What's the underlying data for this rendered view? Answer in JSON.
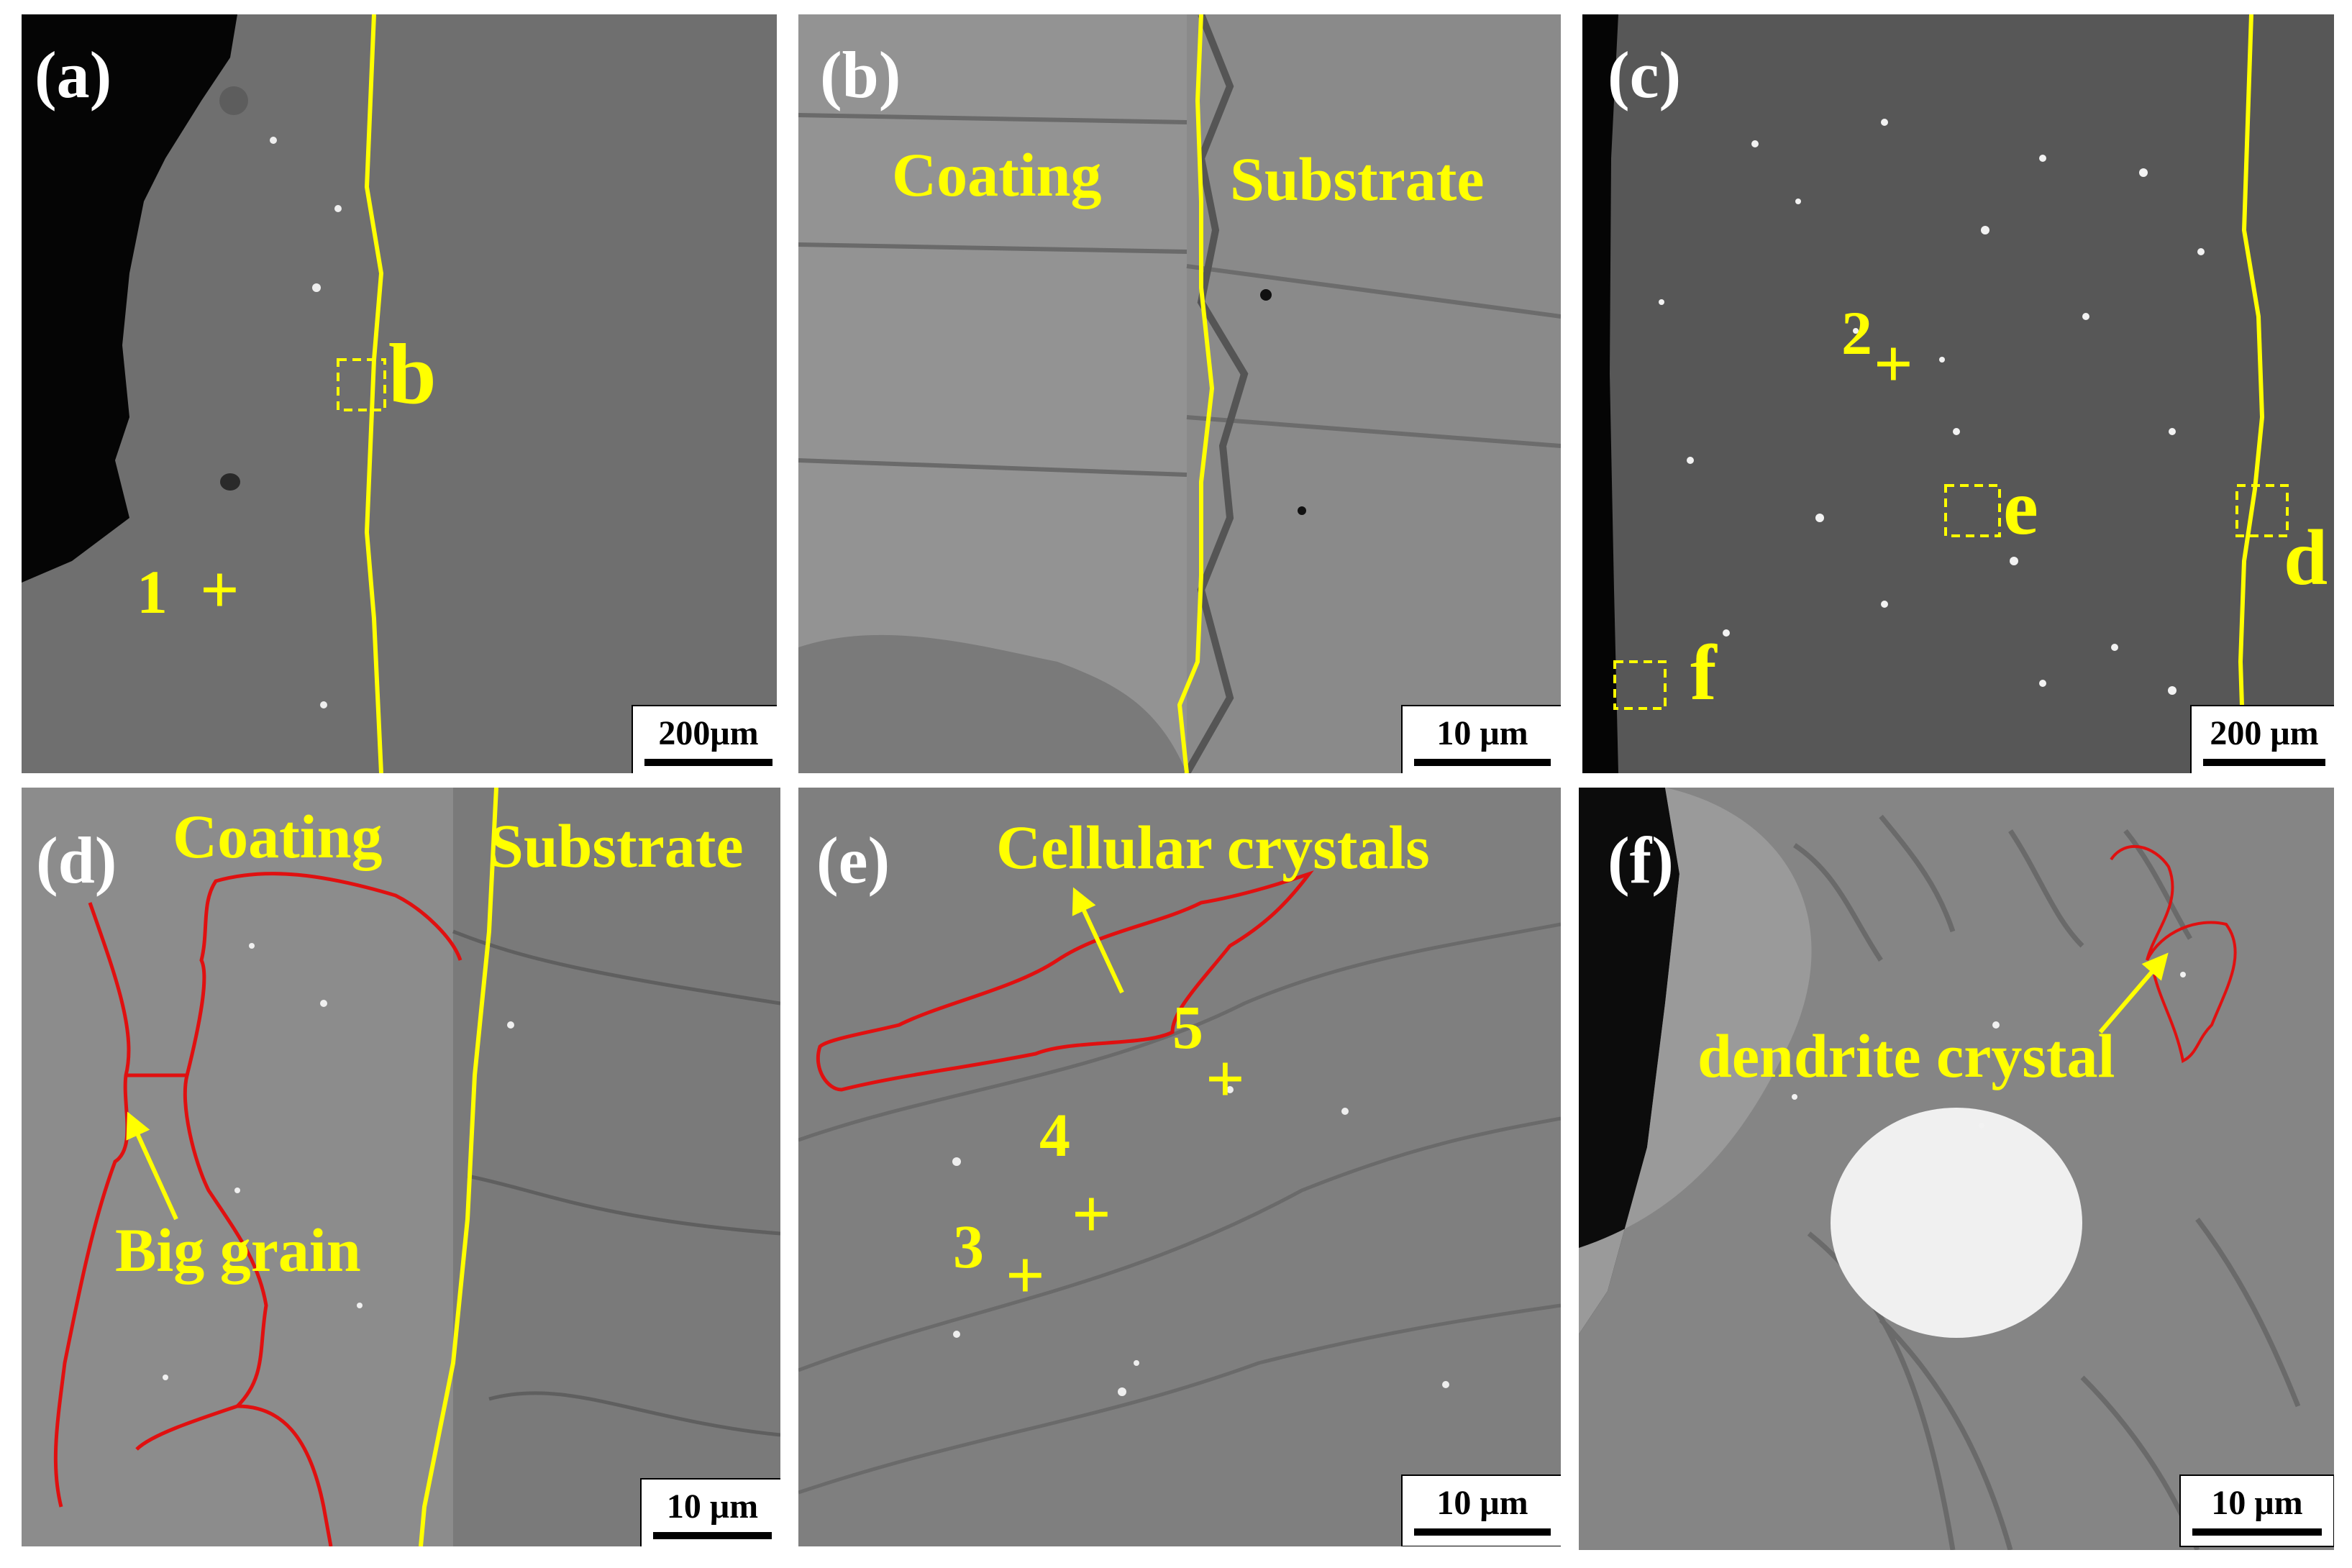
{
  "panels": {
    "a": {
      "label": "(a)",
      "marker_1": "1",
      "box_b": "b",
      "scale": "200μm"
    },
    "b": {
      "label": "(b)",
      "region_left": "Coating",
      "region_right": "Substrate",
      "scale": "10 μm"
    },
    "c": {
      "label": "(c)",
      "marker_2": "2",
      "box_e": "e",
      "box_d": "d",
      "box_f": "f",
      "scale": "200 μm"
    },
    "d": {
      "label": "(d)",
      "region_left": "Coating",
      "region_right": "Substrate",
      "callout": "Big grain",
      "scale": "10 μm"
    },
    "e": {
      "label": "(e)",
      "callout": "Cellular crystals",
      "marker_3": "3",
      "marker_4": "4",
      "marker_5": "5",
      "scale": "10 μm"
    },
    "f": {
      "label": "(f)",
      "callout": "dendrite crystal",
      "scale": "10 μm"
    }
  },
  "colors": {
    "annotation": "#ffff00",
    "boundary": "#ffff00",
    "grain_outline": "#e01010",
    "background_gray": "#707070"
  }
}
